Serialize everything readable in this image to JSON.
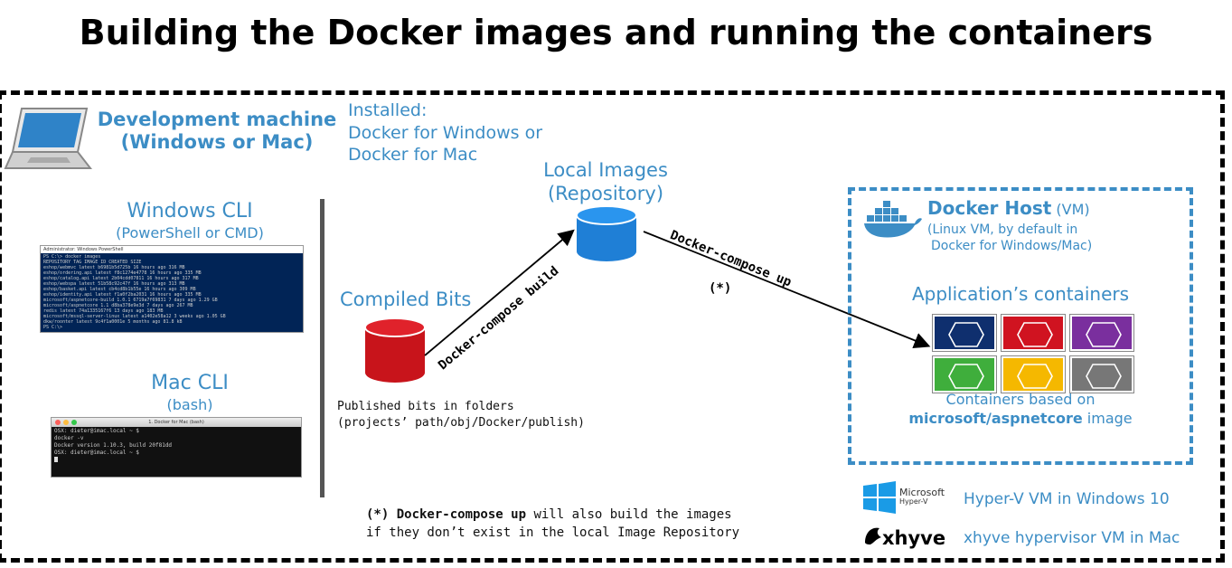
{
  "title": "Building the Docker images and running the containers",
  "dev_machine": {
    "title_line1": "Development machine",
    "title_line2": "(Windows or Mac)",
    "installed_line1": "Installed:",
    "installed_line2": "Docker for Windows or",
    "installed_line3": "Docker for Mac",
    "laptop_icon": "laptop-icon"
  },
  "windows_cli": {
    "title": "Windows CLI",
    "subtitle": "(PowerShell or CMD)",
    "window_title": "Administrator: Windows PowerShell",
    "lines": [
      "PS C:\\> docker images",
      "REPOSITORY          TAG      IMAGE ID      CREATED       SIZE",
      "eshop/webmvc        latest   b6981b5d725b  16 hours ago  316 MB",
      "eshop/ordering.api  latest   f8c1274e4778  16 hours ago  335 MB",
      "eshop/catalog.api   latest   2b04cdd07811  16 hours ago  317 MB",
      "eshop/webspa        latest   51b58c92c47f  16 hours ago  313 MB",
      "eshop/basket.api    latest   cb4cd8b1b55e  16 hours ago  309 MB",
      "eshop/identity.api  latest   f1a0f2ba2031  16 hours ago  335 MB",
      "microsoft/aspnetcore-build 1.0.1 6719a7f69831 7 days ago 1.29 GB",
      "microsoft/aspnetcore 1.1     d8ba378e9e3d  7 days ago    267 MB",
      "redis               latest   74a1335167f6  13 days ago   183 MB",
      "microsoft/mssql-server-linux latest a1402e58a12 3 weeks ago 1.05 GB",
      "dkw/roonter         latest   9c4f1a0001e   5 months ago  81.8 kB",
      "PS C:\\>"
    ]
  },
  "mac_cli": {
    "title": "Mac CLI",
    "subtitle": "(bash)",
    "window_title": "1. Docker for Mac (bash)",
    "lines": [
      "OSX: dieter@imac.local ~ $",
      "docker -v",
      "Docker version 1.10.3, build 20f81dd",
      "OSX: dieter@imac.local ~ $",
      ""
    ]
  },
  "compiled_bits": {
    "label": "Compiled Bits",
    "caption_line1": "Published bits in folders",
    "caption_line2": "(projects’ path/obj/Docker/publish)",
    "color": "#c8141b"
  },
  "local_images": {
    "label_line1": "Local Images",
    "label_line2": "(Repository)",
    "color": "#1f7fd6"
  },
  "arrows": {
    "build": "Docker-compose build",
    "up": "Docker-compose up",
    "up_note": "(*)"
  },
  "footnote": {
    "prefix": "(*) ",
    "bold": "Docker-compose up",
    "line1_rest": " will also build the images",
    "line2": "if they don’t exist in the local Image Repository"
  },
  "docker_host": {
    "title_bold": "Docker Host",
    "title_rest": " (VM)",
    "desc_line1": "(Linux VM, by default in",
    "desc_line2": "Docker for Windows/Mac)",
    "containers_title": "Application’s containers",
    "caption_line1": "Containers based on",
    "caption_bold": "microsoft/aspnetcore",
    "caption_rest": " image",
    "whale_icon": "docker-whale-icon",
    "container_colors": [
      "#0f2f6e",
      "#d01320",
      "#7a2f9e",
      "#3fae3c",
      "#f5b800",
      "#777777"
    ]
  },
  "hypervisors": {
    "windows_logo_line1": "Microsoft",
    "windows_logo_line2": "Hyper-V",
    "windows_label": "Hyper-V VM in Windows 10",
    "mac_logo": "xhyve",
    "mac_label": "xhyve hypervisor VM in Mac"
  }
}
